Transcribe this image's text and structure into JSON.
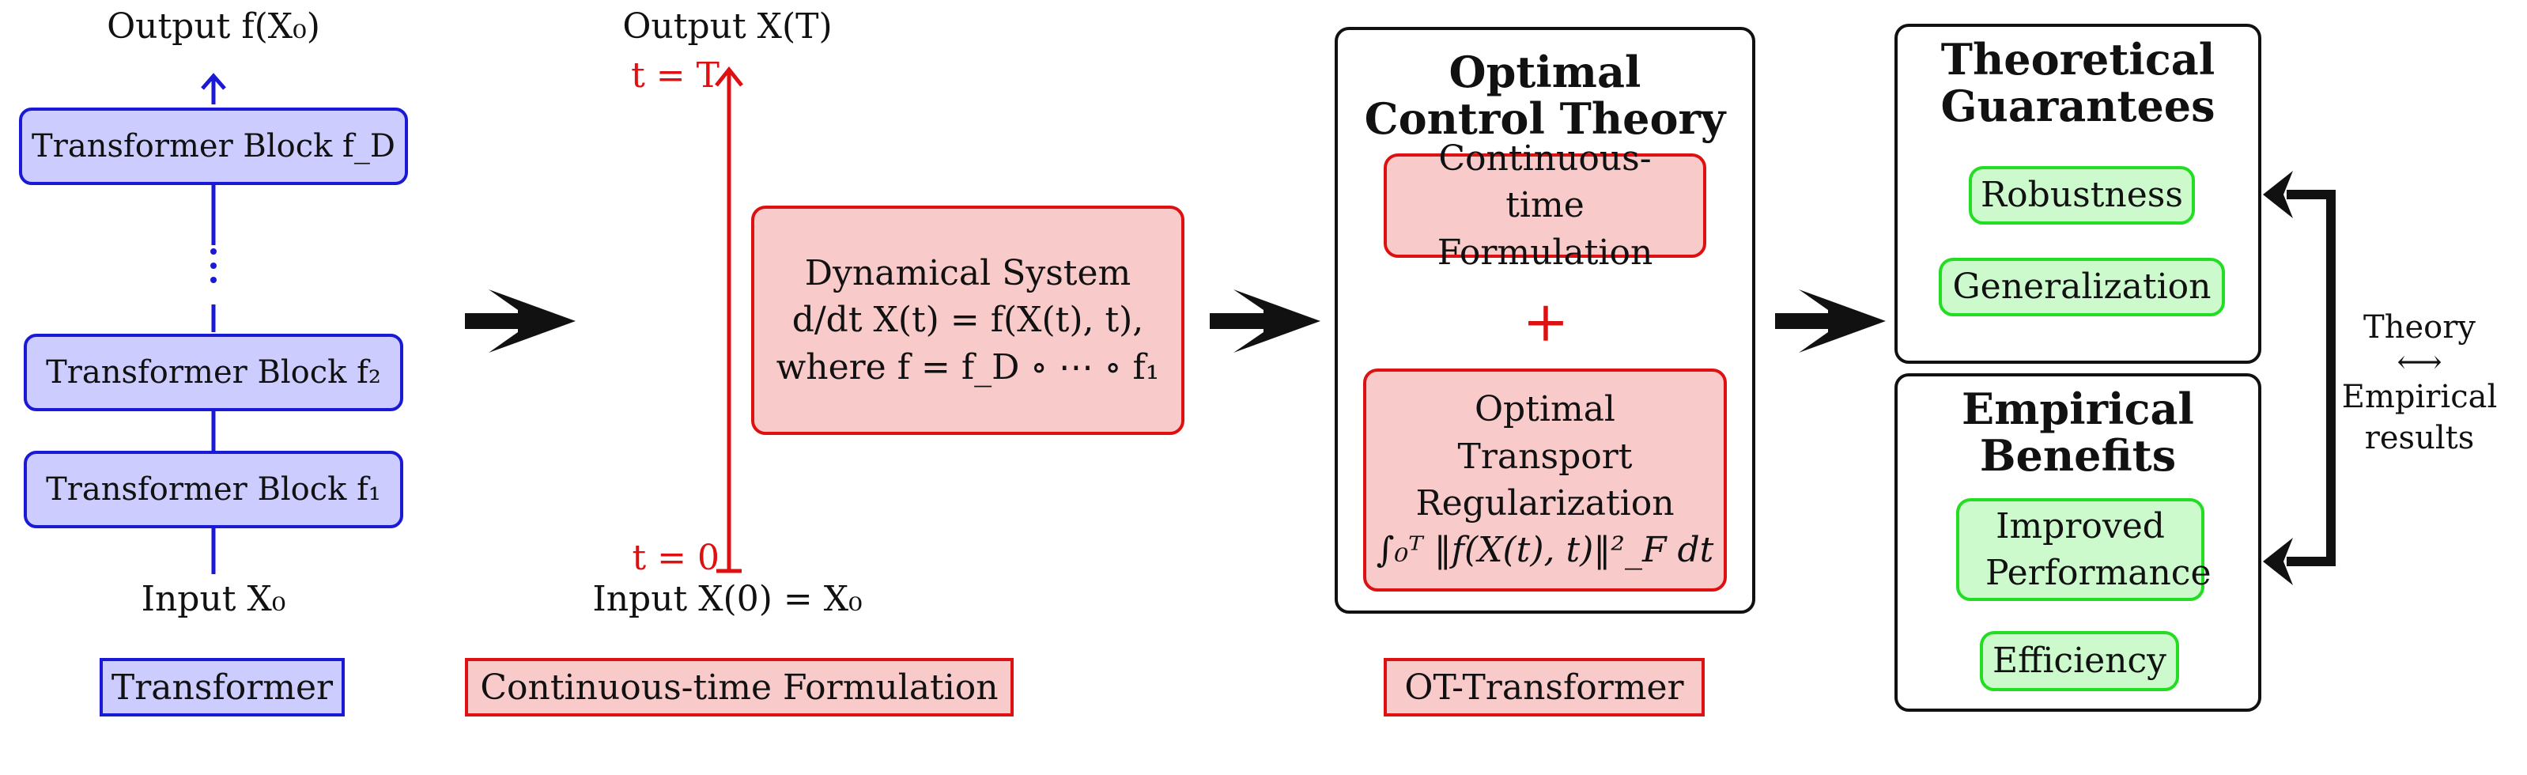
{
  "transformer": {
    "output_label": "Output f(X₀)",
    "blocks": [
      "Transformer Block f_D",
      "Transformer Block f₂",
      "Transformer Block f₁"
    ],
    "input_label": "Input X₀",
    "tag": "Transformer"
  },
  "continuous": {
    "output_label": "Output X(T)",
    "t_top": "t = T",
    "t_bottom": "t = 0",
    "input_label": "Input X(0) = X₀",
    "dyn_line1": "Dynamical System",
    "dyn_line2": "d/dt X(t) = f(X(t), t),",
    "dyn_line3": "where f = f_D ∘ ⋯ ∘ f₁",
    "tag": "Continuous-time Formulation"
  },
  "ot": {
    "title": "Optimal Control Theory",
    "box1": "Continuous-time Formulation",
    "plus": "+",
    "box2_line1": "Optimal",
    "box2_line2": "Transport",
    "box2_line3": "Regularization",
    "box2_formula": "∫₀ᵀ ‖f(X(t), t)‖²_F dt",
    "tag": "OT-Transformer"
  },
  "guarantees": {
    "title": "Theoretical Guarantees",
    "items": [
      "Robustness",
      "Generalization"
    ]
  },
  "benefits": {
    "title": "Empirical Benefits",
    "items": [
      "Improved Performance",
      "Efficiency"
    ]
  },
  "link": {
    "top": "Theory",
    "arrow": "⟷",
    "bottom": "Empirical results"
  }
}
